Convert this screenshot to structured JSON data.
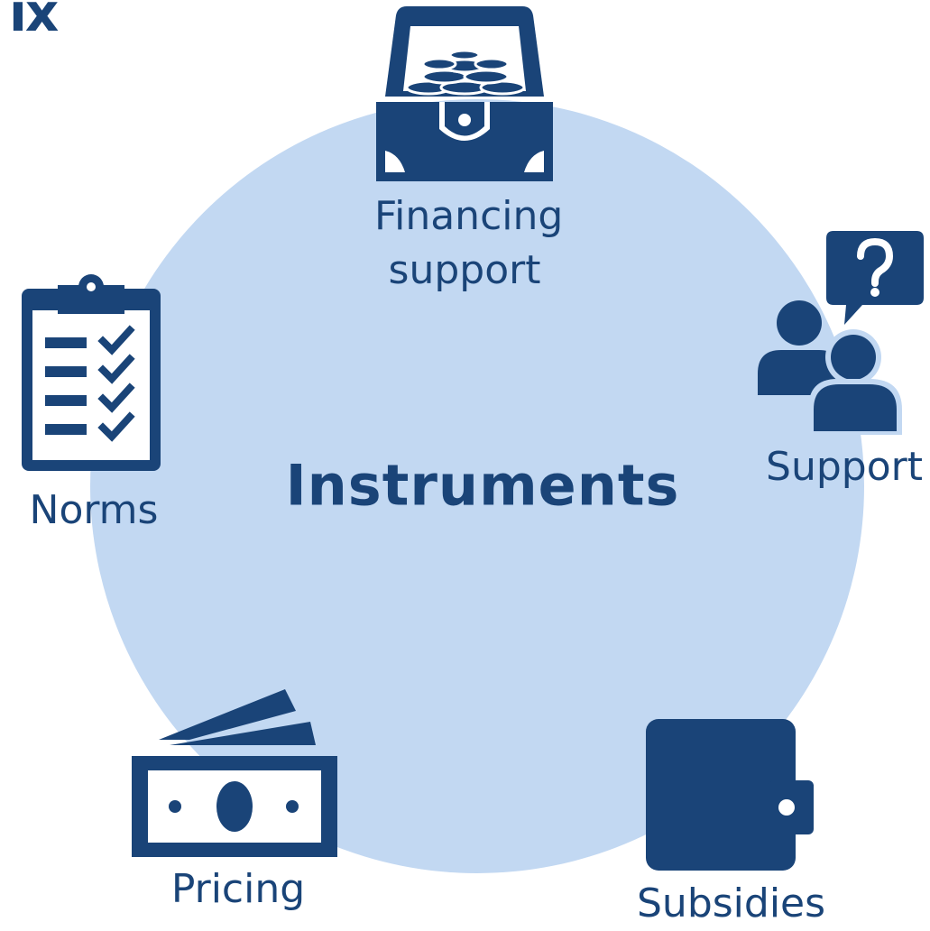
{
  "corner_fragment": "ix",
  "center_title": "Instruments",
  "items": {
    "financing": {
      "line1": "Financing",
      "line2": "support",
      "icon": "treasure-chest-icon"
    },
    "support": {
      "label": "Support",
      "icon": "people-question-icon"
    },
    "norms": {
      "label": "Norms",
      "icon": "clipboard-checklist-icon"
    },
    "pricing": {
      "label": "Pricing",
      "icon": "banknotes-icon"
    },
    "subsidies": {
      "label": "Subsidies",
      "icon": "wallet-icon"
    }
  },
  "colors": {
    "primary": "#1a4478",
    "circle": "#c2d8f2",
    "background": "#ffffff"
  }
}
